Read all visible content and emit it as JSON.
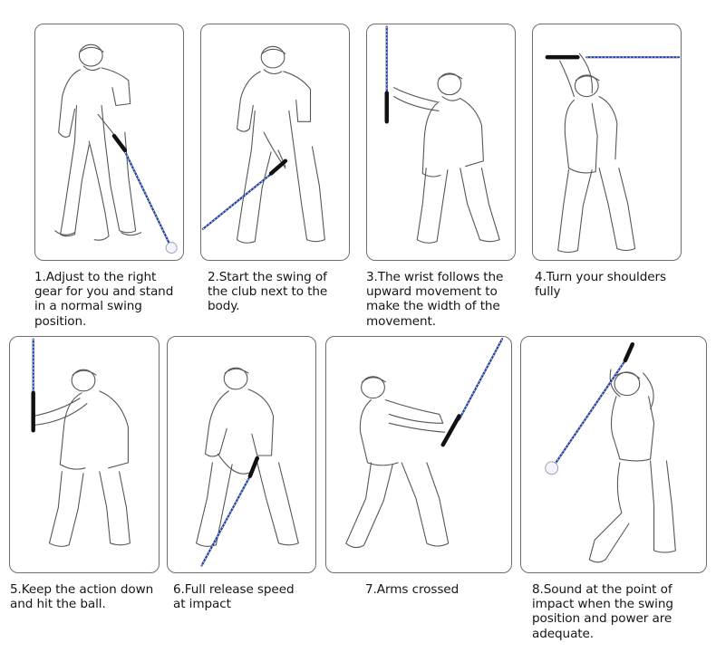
{
  "steps": [
    {
      "number": 1,
      "caption": "1.Adjust to the right gear for you and stand in a normal swing position.",
      "lines": [
        "1.Adjust to the right",
        "gear for you and stand",
        "in a normal swing",
        "position."
      ],
      "image": "golfer-address-position"
    },
    {
      "number": 2,
      "caption": "2.Start the swing of the club next to the body.",
      "lines": [
        "2.Start the swing of",
        "the club next to the",
        "body."
      ],
      "image": "golfer-takeaway"
    },
    {
      "number": 3,
      "caption": "3.The wrist follows the upward movement to make the width of the movement.",
      "lines": [
        "3.The wrist follows the",
        "upward movement to",
        "make the width of the",
        "movement."
      ],
      "image": "golfer-wrist-hinge"
    },
    {
      "number": 4,
      "caption": "4.Turn your shoulders fully",
      "lines": [
        "4.Turn your shoulders",
        "fully"
      ],
      "image": "golfer-top-of-backswing"
    },
    {
      "number": 5,
      "caption": "5.Keep the action down and hit the ball.",
      "lines": [
        "5.Keep the action down",
        "and hit the ball."
      ],
      "image": "golfer-downswing"
    },
    {
      "number": 6,
      "caption": "6.Full release speed at impact",
      "lines": [
        "6.Full release speed",
        "at impact"
      ],
      "image": "golfer-impact"
    },
    {
      "number": 7,
      "caption": "7.Arms crossed",
      "lines": [
        "7.Arms crossed"
      ],
      "image": "golfer-release"
    },
    {
      "number": 8,
      "caption": "8.Sound at the point of impact when the swing position and power are adequate.",
      "lines": [
        "8.Sound at the point of",
        "impact when the swing",
        "position and power are",
        "adequate."
      ],
      "image": "golfer-follow-through"
    }
  ],
  "colors": {
    "shaft": "#1f3f9a",
    "grip": "#111111",
    "outline": "#6e6e6e",
    "text": "#151515",
    "background": "#ffffff"
  }
}
